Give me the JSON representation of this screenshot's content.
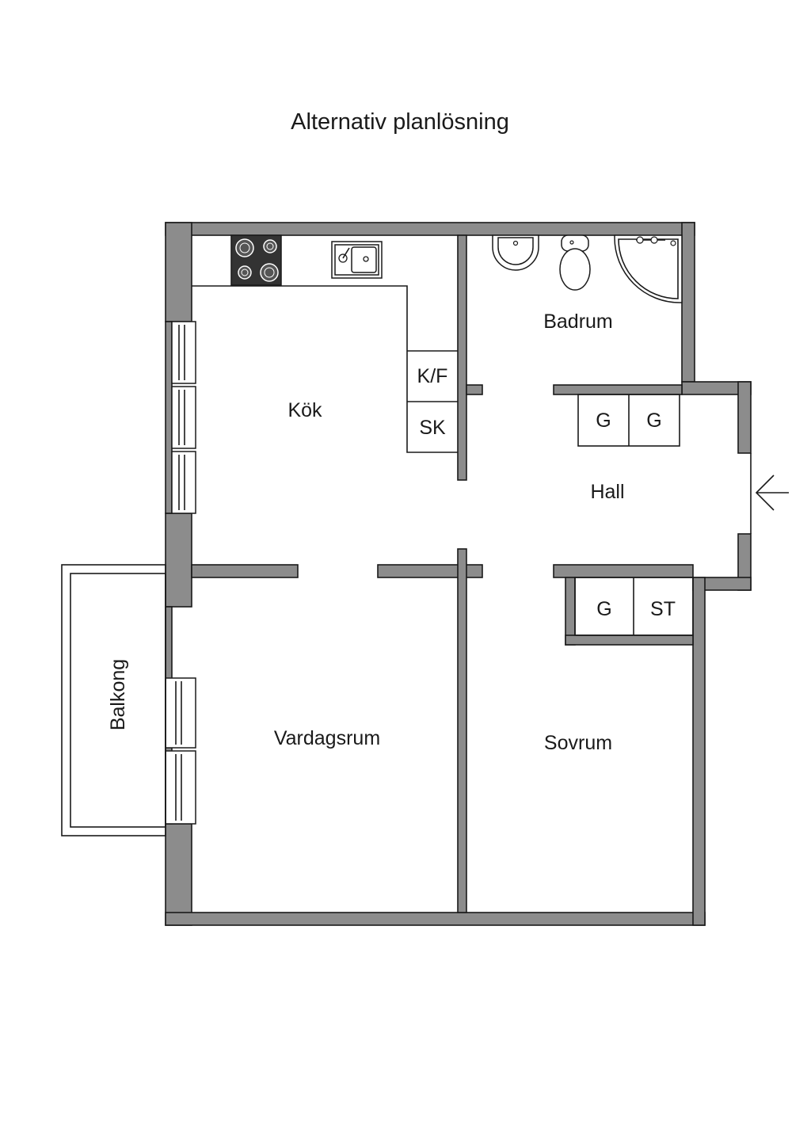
{
  "title": "Alternativ planlösning",
  "rooms": {
    "kitchen": "Kök",
    "bathroom": "Badrum",
    "hall": "Hall",
    "living_room": "Vardagsrum",
    "bedroom": "Sovrum",
    "balcony": "Balkong"
  },
  "units": {
    "fridge_freezer": "K/F",
    "kitchen_cabinet": "SK",
    "wardrobe_1": "G",
    "wardrobe_2": "G",
    "wardrobe_3": "G",
    "storage": "ST"
  },
  "colors": {
    "wall": "#8c8c8c",
    "line": "#1a1a1a",
    "stove": "#333333",
    "background": "#ffffff"
  },
  "icons": {
    "entrance": "arrow-left-icon",
    "stove": "stove-icon",
    "sink": "sink-icon",
    "washbasin": "washbasin-icon",
    "toilet": "toilet-icon",
    "shower": "shower-icon"
  }
}
